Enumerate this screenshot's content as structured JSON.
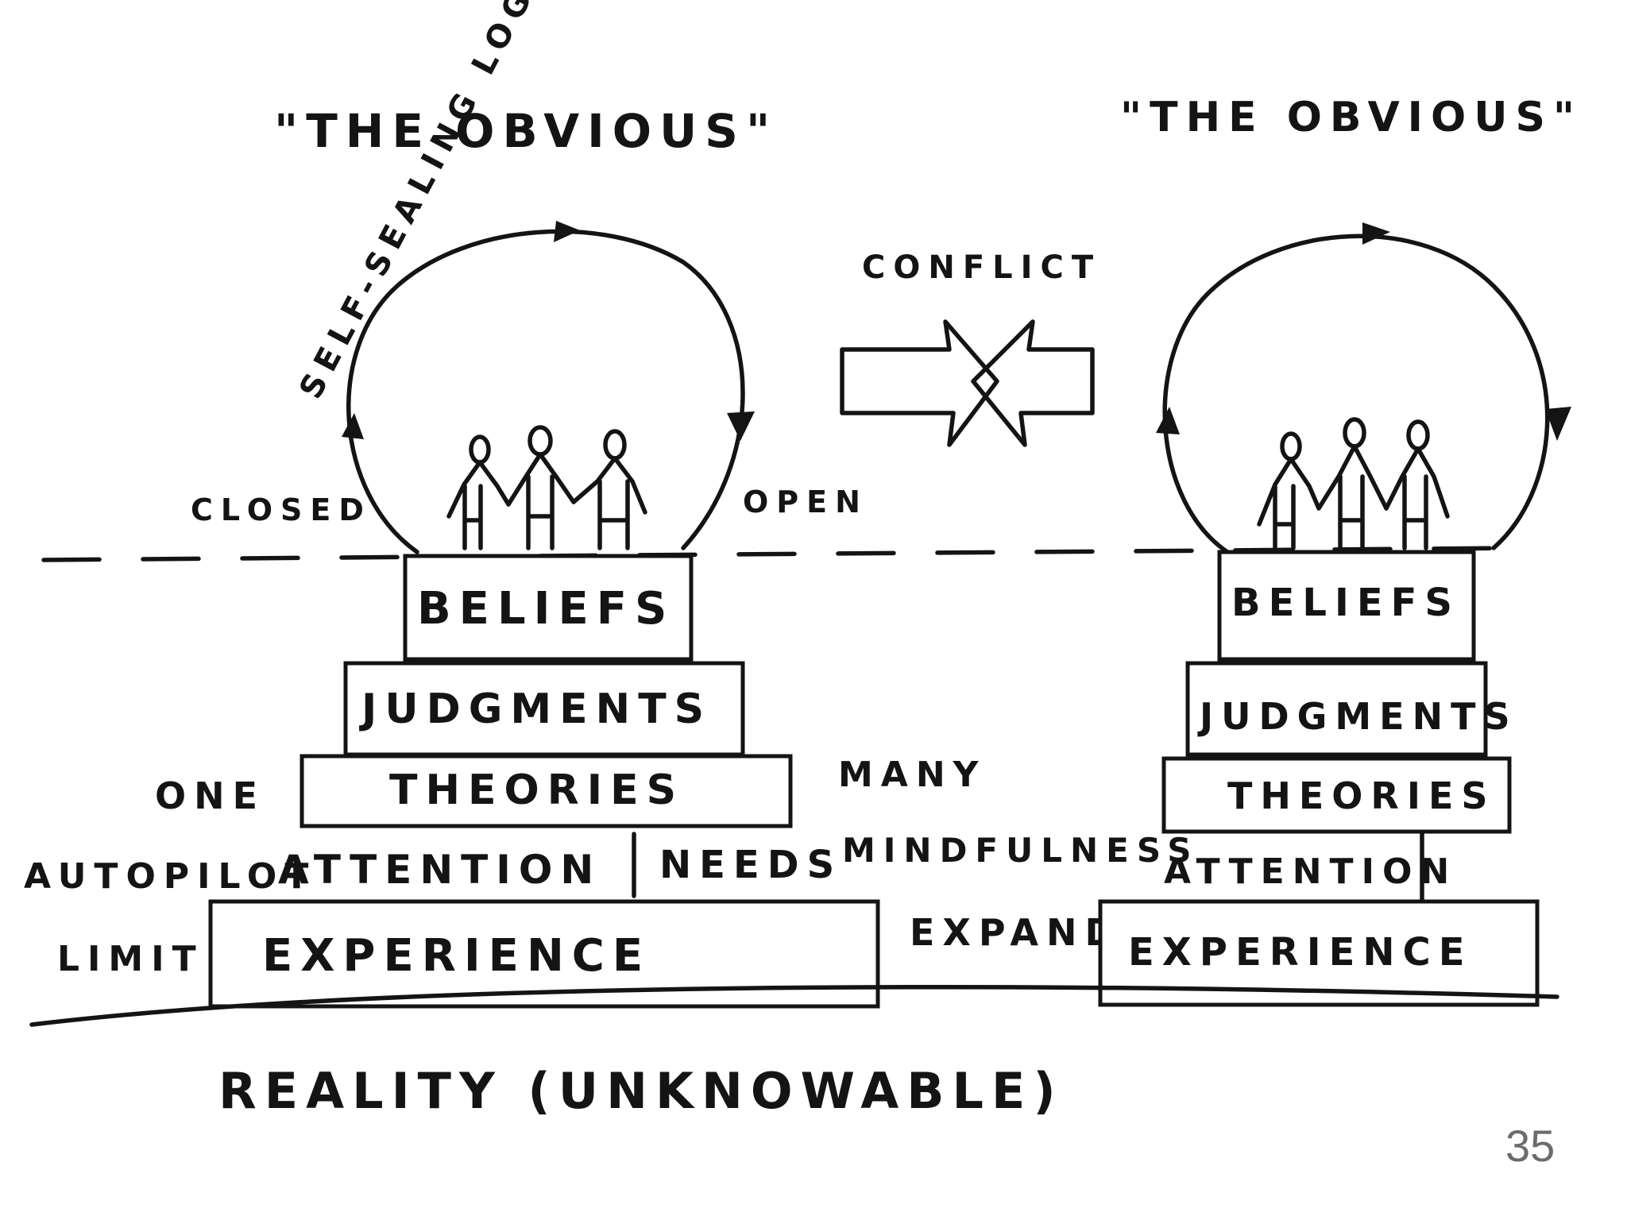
{
  "left": {
    "title": "\"THE OBVIOUS\"",
    "loop_label": "SELF-SEALING LOGIC",
    "closed": "CLOSED",
    "open": "OPEN",
    "beliefs": "BELIEFS",
    "judgments": "JUDGMENTS",
    "theories": "THEORIES",
    "attention": "ATTENTION",
    "needs": "NEEDS",
    "experience": "EXPERIENCE"
  },
  "right": {
    "title": "\"THE OBVIOUS\"",
    "beliefs": "BELIEFS",
    "judgments": "JUDGMENTS",
    "theories": "THEORIES",
    "attention": "ATTENTION",
    "experience": "EXPERIENCE"
  },
  "middle": {
    "conflict": "CONFLICT",
    "many": "MANY",
    "mindfulness": "MINDFULNESS",
    "expand": "EXPAND"
  },
  "side_labels": {
    "one": "ONE",
    "autopilot": "AUTOPILOT",
    "limit": "LIMIT"
  },
  "footer": {
    "reality": "REALITY (UNKNOWABLE)",
    "page_number": "35"
  }
}
